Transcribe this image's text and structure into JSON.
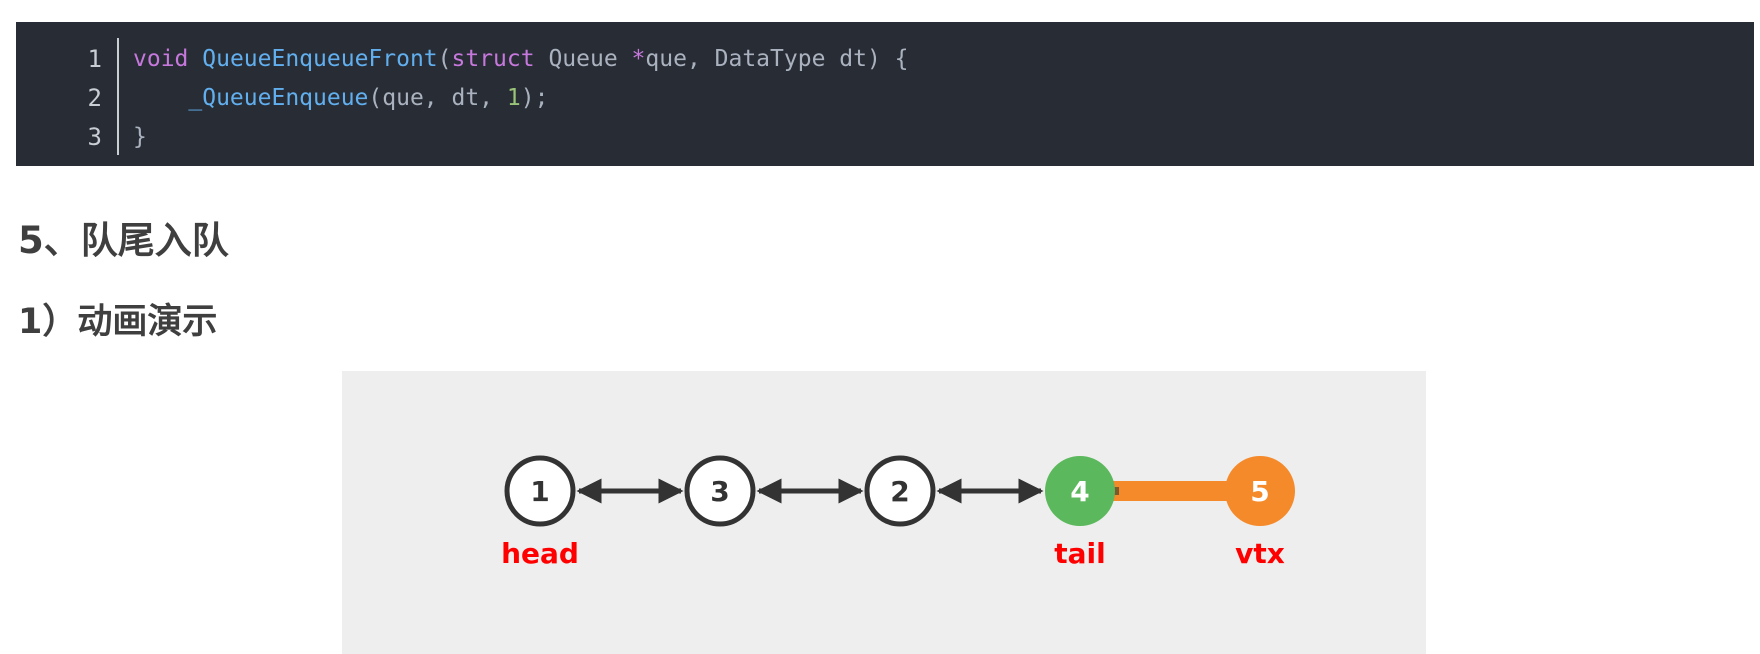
{
  "code": {
    "lines": [
      {
        "number": "1",
        "tokens": [
          {
            "text": "void",
            "kind": "kw"
          },
          {
            "text": " ",
            "kind": "plain"
          },
          {
            "text": "QueueEnqueueFront",
            "kind": "fn"
          },
          {
            "text": "(",
            "kind": "plain"
          },
          {
            "text": "struct",
            "kind": "kw"
          },
          {
            "text": " Queue ",
            "kind": "plain"
          },
          {
            "text": "*",
            "kind": "op"
          },
          {
            "text": "que, DataType dt) {",
            "kind": "plain"
          }
        ]
      },
      {
        "number": "2",
        "tokens": [
          {
            "text": "    ",
            "kind": "plain"
          },
          {
            "text": "_QueueEnqueue",
            "kind": "fn"
          },
          {
            "text": "(que, dt, ",
            "kind": "plain"
          },
          {
            "text": "1",
            "kind": "num"
          },
          {
            "text": ");",
            "kind": "plain"
          }
        ]
      },
      {
        "number": "3",
        "tokens": [
          {
            "text": "}",
            "kind": "plain"
          }
        ]
      }
    ]
  },
  "section_heading": "5、队尾入队",
  "subsection_heading": "1）动画演示",
  "animation": {
    "nodes": [
      {
        "value": "1",
        "label": "head",
        "style": "outline"
      },
      {
        "value": "3",
        "label": "",
        "style": "outline"
      },
      {
        "value": "2",
        "label": "",
        "style": "outline"
      },
      {
        "value": "4",
        "label": "tail",
        "style": "green"
      },
      {
        "value": "5",
        "label": "vtx",
        "style": "orange"
      }
    ],
    "colors": {
      "outline_stroke": "#333333",
      "outline_fill": "#ffffff",
      "green": "#5cb85c",
      "orange": "#f58a2a",
      "label": "#ff0000",
      "edge": "#333333"
    }
  }
}
